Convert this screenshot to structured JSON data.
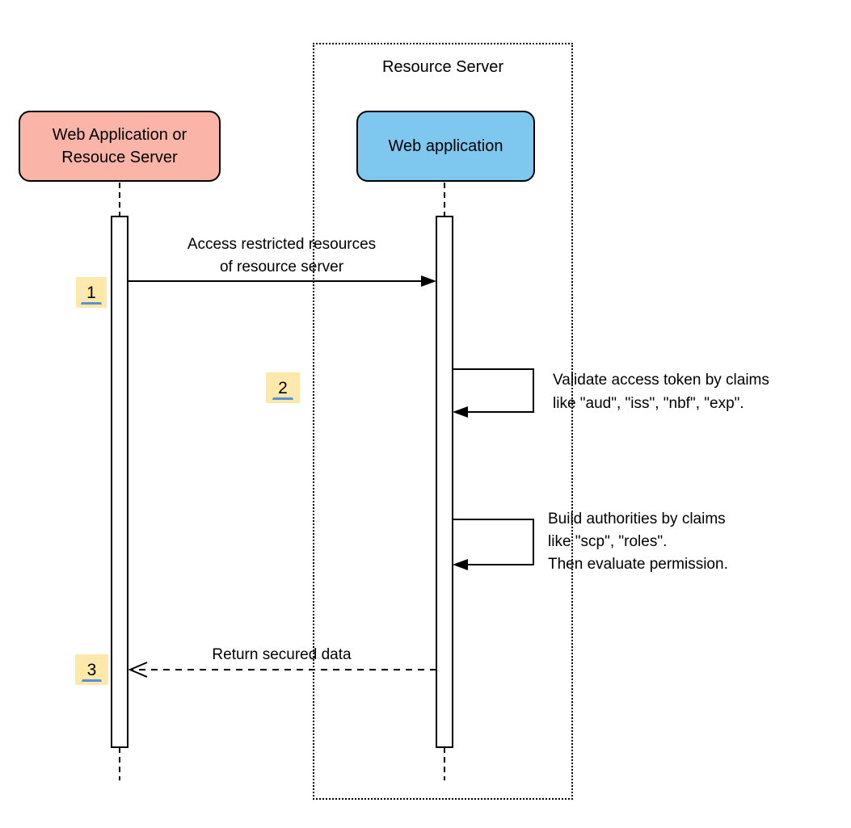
{
  "diagram": {
    "boundary_title": "Resource Server",
    "actors": [
      {
        "id": "client",
        "label": "Web Application or\nResouce Server",
        "fill": "#FBB5A8"
      },
      {
        "id": "webapp",
        "label": "Web application",
        "fill": "#7EC8F0"
      }
    ],
    "messages": [
      {
        "num": "1",
        "label": "Access restricted resources\nof resource server",
        "type": "solid-arrow"
      },
      {
        "num": "2",
        "label": "Validate access token by claims\nlike \"aud\", \"iss\", \"nbf\", \"exp\".",
        "type": "self-call"
      },
      {
        "label": "Build authorities by claims\nlike \"scp\", \"roles\".\nThen evaluate permission.",
        "type": "self-call"
      },
      {
        "num": "3",
        "label": "Return secured data",
        "type": "dashed-return"
      }
    ],
    "colors": {
      "actor_client_fill": "#FBB5A8",
      "actor_webapp_fill": "#7EC8F0",
      "badge_fill": "#FFE9A8",
      "badge_underline": "#5B8FD9",
      "line": "#000000"
    }
  }
}
